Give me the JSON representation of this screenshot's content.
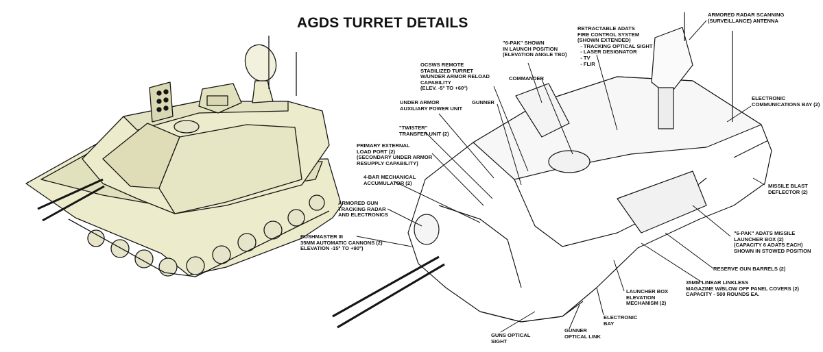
{
  "title": "AGDS TURRET DETAILS",
  "colors": {
    "tank_fill": "#ecebcb",
    "line": "#151515",
    "background": "#ffffff"
  },
  "labels": {
    "radar_antenna": "ARMORED RADAR SCANNING\n(SURVEILLANCE) ANTENNA",
    "adats_fcs": "RETRACTABLE ADATS\nFIRE CONTROL SYSTEM\n(SHOWN EXTENDED)\n  - TRACKING OPTICAL SIGHT\n  - LASER DESIGNATOR\n  - TV\n  - FLIR",
    "six_pak_launch": "\"6-PAK\" SHOWN\nIN LAUNCH POSITION\n(ELEVATION ANGLE TBD)",
    "ocsws": "OCSWS REMOTE\nSTABILIZED TURRET\nW/UNDER ARMOR RELOAD\nCAPABILITY\n(ELEV. -5° TO +60°)",
    "commander": "COMMANDER",
    "gunner": "GUNNER",
    "apu": "UNDER ARMOR\nAUXILIARY POWER UNIT",
    "twister": "\"TWISTER\"\nTRANSFER UNIT (2)",
    "load_port": "PRIMARY EXTERNAL\nLOAD PORT (2)\n(SECONDARY UNDER ARMOR\nRESUPPLY CAPABILITY)",
    "accumulator": "4-BAR MECHANICAL\nACCUMULATOR (2)",
    "tracking_radar": "ARMORED GUN\nTRACKING RADAR\nAND ELECTRONICS",
    "bushmaster": "BUSHMASTER III\n35mm AUTOMATIC CANNONS (2)\nELEVATION -15° TO +90°)",
    "comms_bay": "ELECTRONIC\nCOMMUNICATIONS BAY (2)",
    "blast_deflector": "MISSILE BLAST\nDEFLECTOR (2)",
    "launcher_box": "\"6-PAK\" ADATS MISSILE\nLAUNCHER BOX (2)\n(CAPACITY 6 ADATS EACH)\nSHOWN IN STOWED POSITION",
    "reserve_barrels": "RESERVE GUN BARRELS (2)",
    "magazine": "35mm LINEAR LINKLESS\nMAGAZINE W/BLOW OFF PANEL COVERS (2)\nCAPACITY - 500 ROUNDS EA.",
    "launcher_elev": "LAUNCHER BOX\nELEVATION\nMECHANISM (2)",
    "electronic_bay": "ELECTRONIC\nBAY",
    "gunner_optical": "GUNNER\nOPTICAL LINK",
    "guns_sight": "GUNS OPTICAL\nSIGHT"
  }
}
